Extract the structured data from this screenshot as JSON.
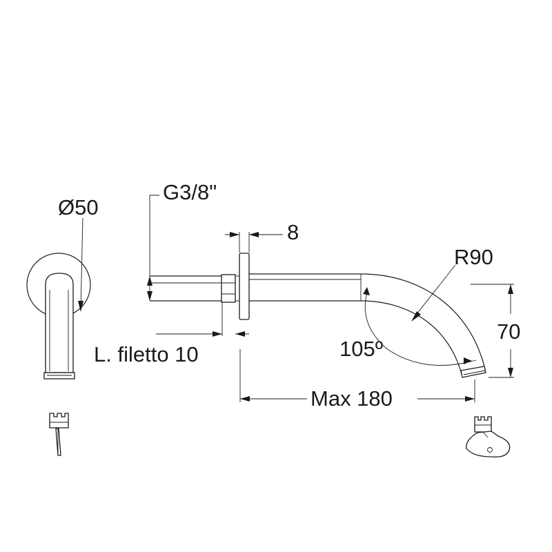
{
  "dimensions": {
    "diameter": "Ø50",
    "thread": "G3/8\"",
    "flange_thickness": "8",
    "thread_length": "L. filetto 10",
    "bend_radius": "R90",
    "height": "70",
    "angle": "105º",
    "max_length": "Max 180"
  },
  "colors": {
    "line": "#1a1a1a",
    "background": "#ffffff"
  }
}
